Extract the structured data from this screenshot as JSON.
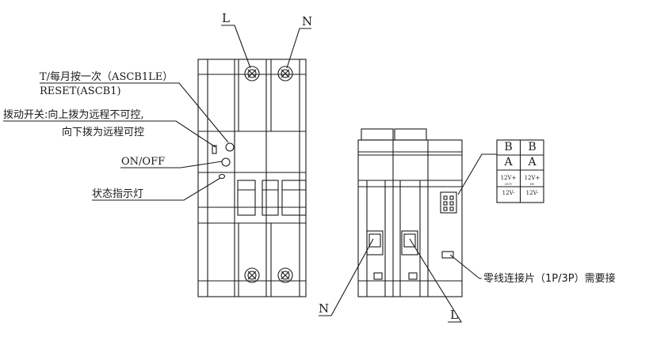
{
  "front_view": {
    "label_L": "L",
    "label_N": "N",
    "test_label": "T/每月按一次（ASCB1LE）",
    "reset_label": "RESET(ASCB1)",
    "switch_label_line1": "拨动开关:向上拨为远程不可控,",
    "switch_label_line2": "向下拨为远程可控",
    "onoff_label": "ON/OFF",
    "indicator_label": "状态指示灯"
  },
  "side_view": {
    "label_N": "N",
    "label_L": "L",
    "neutral_link_label": "零线连接片（1P/3P）需要接"
  },
  "terminal_table": {
    "rows": [
      [
        "B",
        "B"
      ],
      [
        "A",
        "A"
      ],
      [
        "12V+",
        "12V+"
      ],
      [
        "12V-",
        "12V-"
      ]
    ],
    "sub_left": "OUT",
    "sub_right": "IN"
  }
}
